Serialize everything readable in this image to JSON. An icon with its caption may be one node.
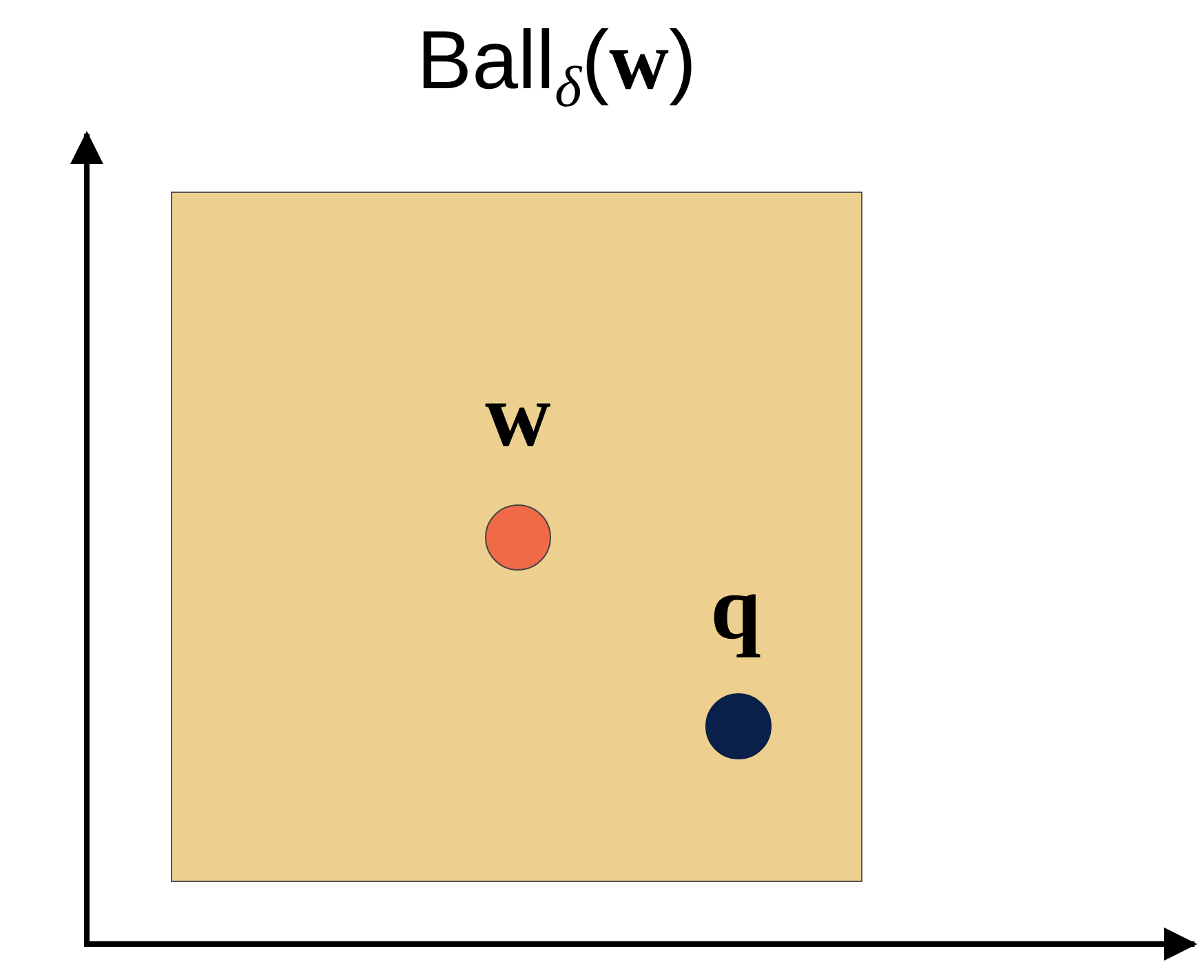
{
  "diagram": {
    "title": "Ball$_{δ}$(**w**)",
    "nodes": [
      {
        "text": [],
        "shape": "box"
      },
      {
        "text": [],
        "shape": "circle",
        "in": 0,
        "beside": [
          "w"
        ]
      },
      {
        "text": [],
        "shape": "circle",
        "in": 0,
        "beside": [
          "q"
        ]
      }
    ],
    "edges": []
  }
}
